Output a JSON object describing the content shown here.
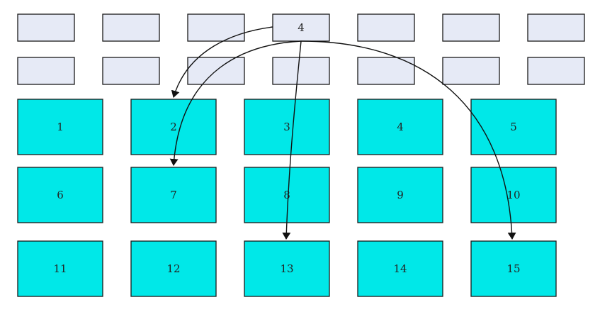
{
  "colors": {
    "background": "#ffffff",
    "small_box_fill": "#e6eaf6",
    "big_box_fill": "#00e8e8",
    "stroke": "#1a1a1a"
  },
  "top_rows": [
    {
      "labels": [
        "",
        "",
        "",
        "4",
        "",
        "",
        ""
      ]
    },
    {
      "labels": [
        "",
        "",
        "",
        "",
        "",
        "",
        ""
      ]
    }
  ],
  "grid": {
    "rows": [
      [
        "1",
        "2",
        "3",
        "4",
        "5"
      ],
      [
        "6",
        "7",
        "8",
        "9",
        "10"
      ],
      [
        "11",
        "12",
        "13",
        "14",
        "15"
      ]
    ]
  },
  "arrows": [
    {
      "from": "4",
      "to": "2"
    },
    {
      "from": "4",
      "to": "7"
    },
    {
      "from": "4",
      "to": "13"
    },
    {
      "from": "4",
      "to": "15"
    }
  ]
}
